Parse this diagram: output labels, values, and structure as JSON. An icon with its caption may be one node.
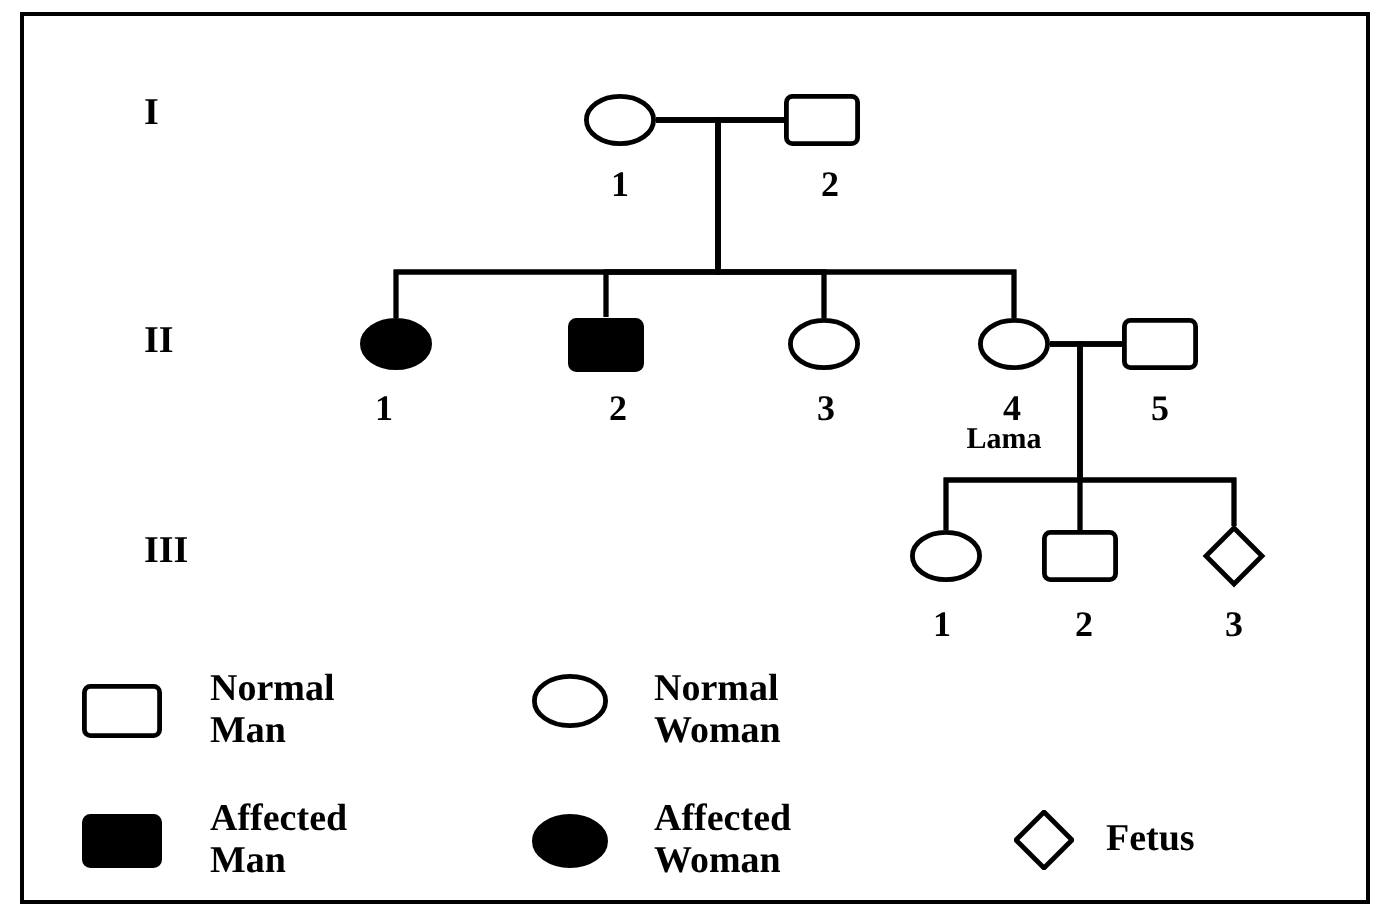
{
  "diagram": {
    "nodes": [
      {
        "text": [],
        "shape": "circle",
        "beside": [
          "1"
        ]
      },
      {
        "text": [],
        "shape": "box",
        "beside": [
          "2"
        ]
      },
      {
        "text": [],
        "shape": "circle",
        "beside": [
          "1"
        ]
      },
      {
        "text": [],
        "shape": "box",
        "beside": [
          "2"
        ]
      },
      {
        "text": [],
        "shape": "circle",
        "beside": [
          "3"
        ]
      },
      {
        "text": [],
        "shape": "circle",
        "beside": [
          "4",
          "Lama"
        ]
      },
      {
        "text": [],
        "shape": "box",
        "beside": [
          "5"
        ]
      },
      {
        "text": [],
        "shape": "circle",
        "beside": [
          "1"
        ]
      },
      {
        "text": [],
        "shape": "box",
        "beside": [
          "2"
        ]
      },
      {
        "text": [],
        "shape": "diamond",
        "beside": [
          "3"
        ]
      }
    ],
    "edges": [
      {
        "from": 0,
        "to": 1,
        "arrow": "none"
      },
      {
        "from": 0,
        "to": 2,
        "arrow": "none"
      },
      {
        "from": 0,
        "to": 3,
        "arrow": "none"
      },
      {
        "from": 0,
        "to": 4,
        "arrow": "none"
      },
      {
        "from": 0,
        "to": 5,
        "arrow": "none"
      },
      {
        "from": 1,
        "to": 2,
        "arrow": "none"
      },
      {
        "from": 1,
        "to": 3,
        "arrow": "none"
      },
      {
        "from": 1,
        "to": 4,
        "arrow": "none"
      },
      {
        "from": 1,
        "to": 5,
        "arrow": "none"
      },
      {
        "from": 5,
        "to": 6,
        "arrow": "none"
      },
      {
        "from": 5,
        "to": 7,
        "arrow": "none"
      },
      {
        "from": 5,
        "to": 8,
        "arrow": "none"
      },
      {
        "from": 5,
        "to": 9,
        "arrow": "none"
      },
      {
        "from": 6,
        "to": 7,
        "arrow": "none"
      },
      {
        "from": 6,
        "to": 8,
        "arrow": "none"
      },
      {
        "from": 6,
        "to": 9,
        "arrow": "none"
      }
    ],
    "labels": [
      "I",
      "II",
      "III"
    ],
    "legend": [
      {
        "text": "Normal Man"
      },
      {
        "text": "Normal Woman"
      },
      {
        "text": "Affected Man"
      },
      {
        "text": "Affected Woman"
      },
      {
        "text": "Fetus"
      }
    ]
  }
}
